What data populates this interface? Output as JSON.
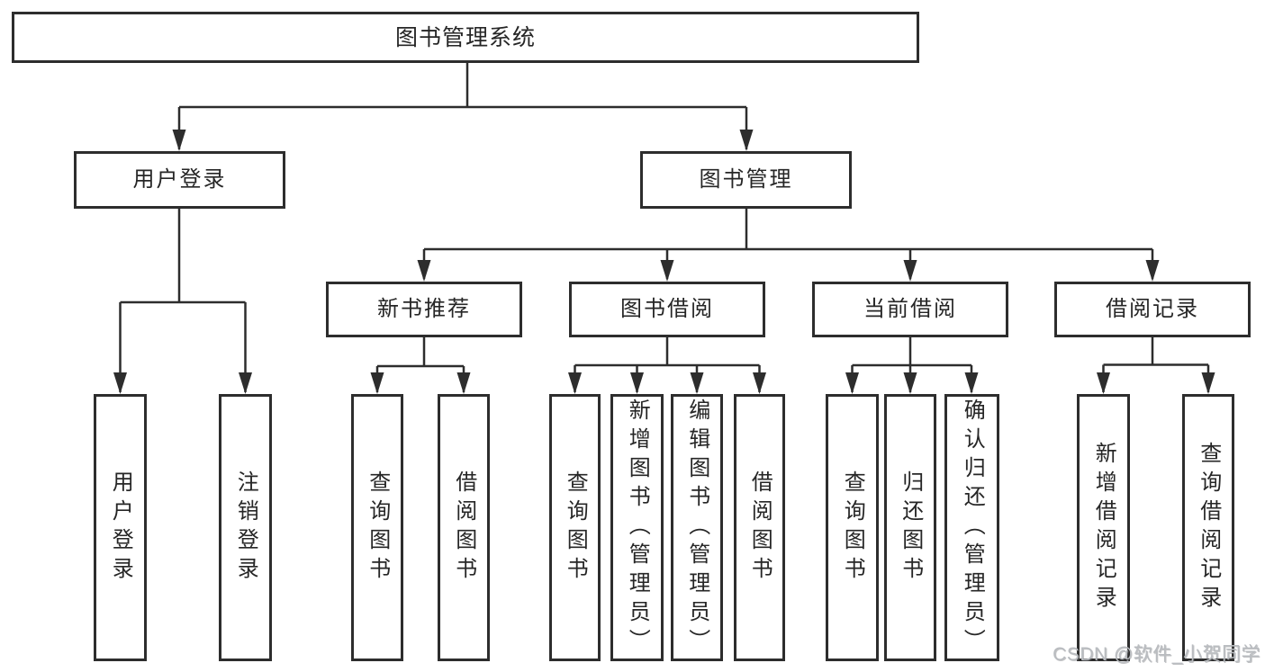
{
  "diagram": {
    "root": {
      "label": "图书管理系统"
    },
    "branches": [
      {
        "label": "用户登录",
        "children": [
          {
            "label": "用户登录"
          },
          {
            "label": "注销登录"
          }
        ]
      },
      {
        "label": "图书管理",
        "children": [
          {
            "label": "新书推荐",
            "children": [
              {
                "label": "查询图书"
              },
              {
                "label": "借阅图书"
              }
            ]
          },
          {
            "label": "图书借阅",
            "children": [
              {
                "label": "查询图书"
              },
              {
                "label": "新增图书（管理员）"
              },
              {
                "label": "编辑图书（管理员）"
              },
              {
                "label": "借阅图书"
              }
            ]
          },
          {
            "label": "当前借阅",
            "children": [
              {
                "label": "查询图书"
              },
              {
                "label": "归还图书"
              },
              {
                "label": "确认归还（管理员）"
              }
            ]
          },
          {
            "label": "借阅记录",
            "children": [
              {
                "label": "新增借阅记录"
              },
              {
                "label": "查询借阅记录"
              }
            ]
          }
        ]
      }
    ]
  },
  "watermark": {
    "text": "CSDN @软件_小贺同学"
  },
  "colors": {
    "line": "#2d2d2d",
    "text": "#262626",
    "bg": "#ffffff",
    "wm": "#b9bcc0"
  }
}
